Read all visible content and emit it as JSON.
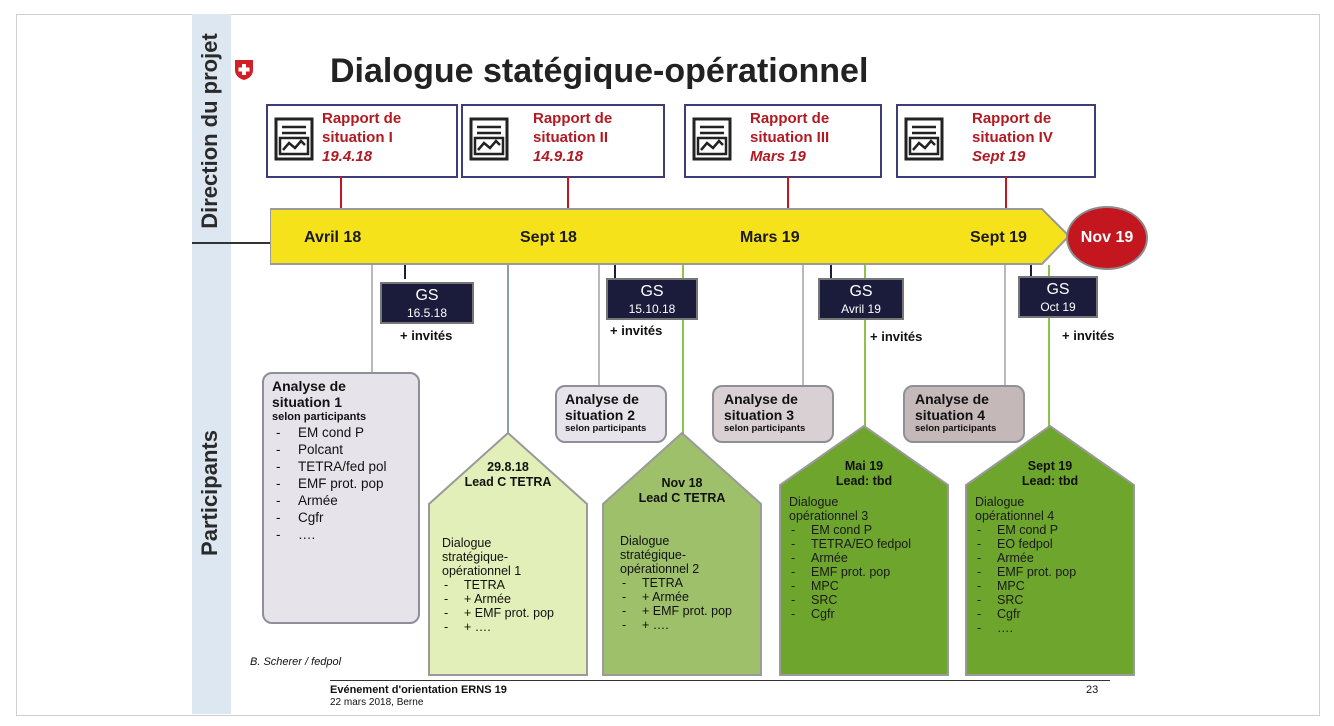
{
  "sidebar": {
    "top_label": "Direction du projet",
    "bottom_label": "Participants"
  },
  "title": "Dialogue statégique-opérationnel",
  "colors": {
    "report_text": "#b01a22",
    "arrow_fill": "#f6e21a",
    "nov_circle": "#c3161f",
    "gs_fill": "#1b1c3c"
  },
  "reports": [
    {
      "line1": "Rapport de",
      "line2": "situation I",
      "date": "19.4.18"
    },
    {
      "line1": "Rapport de",
      "line2": "situation II",
      "date": "14.9.18"
    },
    {
      "line1": "Rapport de",
      "line2": "situation III",
      "date": "Mars 19"
    },
    {
      "line1": "Rapport de",
      "line2": "situation IV",
      "date": "Sept 19"
    }
  ],
  "timeline": {
    "labels": [
      "Avril 18",
      "Sept 18",
      "Mars 19",
      "Sept 19"
    ],
    "end": "Nov 19"
  },
  "gs": [
    {
      "label": "GS",
      "date": "16.5.18",
      "invites": "+ invités"
    },
    {
      "label": "GS",
      "date": "15.10.18",
      "invites": "+ invités"
    },
    {
      "label": "GS",
      "date": "Avril 19",
      "invites": "+ invités"
    },
    {
      "label": "GS",
      "date": "Oct 19",
      "invites": "+ invités"
    }
  ],
  "analyses": [
    {
      "line1": "Analyse de",
      "line2": "situation 1",
      "sub": "selon participants",
      "items": [
        "EM cond P",
        "Polcant",
        "TETRA/fed pol",
        "EMF prot. pop",
        "Armée",
        "Cgfr",
        "…."
      ]
    },
    {
      "line1": "Analyse de",
      "line2": "situation 2",
      "sub": "selon participants"
    },
    {
      "line1": "Analyse de",
      "line2": "situation 3",
      "sub": "selon participants"
    },
    {
      "line1": "Analyse de",
      "line2": "situation 4",
      "sub": "selon participants"
    }
  ],
  "dialogues": [
    {
      "date": "29.8.18",
      "lead": "Lead C TETRA",
      "intro": [
        "Dialogue",
        "stratégique-",
        "opérationnel 1"
      ],
      "items": [
        "TETRA",
        "+ Armée",
        "+ EMF prot. pop",
        "+ …."
      ]
    },
    {
      "date": "Nov 18",
      "lead": "Lead C TETRA",
      "intro": [
        "Dialogue",
        "stratégique-",
        "opérationnel 2"
      ],
      "items": [
        "TETRA",
        "+ Armée",
        "+ EMF prot. pop",
        "+ …."
      ]
    },
    {
      "date": "Mai 19",
      "lead": "Lead: tbd",
      "intro": [
        "Dialogue",
        "opérationnel 3"
      ],
      "items": [
        "EM cond P",
        "TETRA/EO fedpol",
        "Armée",
        "EMF prot. pop",
        "MPC",
        "SRC",
        "Cgfr"
      ]
    },
    {
      "date": "Sept 19",
      "lead": "Lead: tbd",
      "intro": [
        "Dialogue",
        "opérationnel 4"
      ],
      "items": [
        "EM cond P",
        "EO fedpol",
        "Armée",
        "EMF prot. pop",
        "MPC",
        "SRC",
        "Cgfr",
        "…."
      ]
    }
  ],
  "credit": "B. Scherer / fedpol",
  "footer": {
    "line1": "Evénement d'orientation ERNS 19",
    "line2": "22 mars 2018, Berne",
    "page": "23"
  }
}
